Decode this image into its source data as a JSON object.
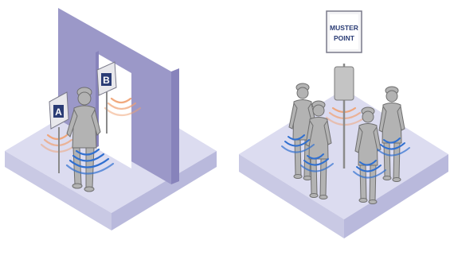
{
  "left_panel": {
    "sign_a_letter": "A",
    "sign_b_letter": "B"
  },
  "right_panel": {
    "muster_sign_line1": "MUSTER",
    "muster_sign_line2": "POINT"
  },
  "colors": {
    "floor_top": "#dcdcf0",
    "floor_side_left": "#c9c9e4",
    "floor_side_right": "#b9b9dc",
    "wall": "#9b98c8",
    "worker_body": "#b3b3b3",
    "worker_outline": "#6f6f6f",
    "sign_navy": "#2a3c75",
    "signal_blue": "#2f6fd0",
    "signal_orange": "#f0a070"
  }
}
